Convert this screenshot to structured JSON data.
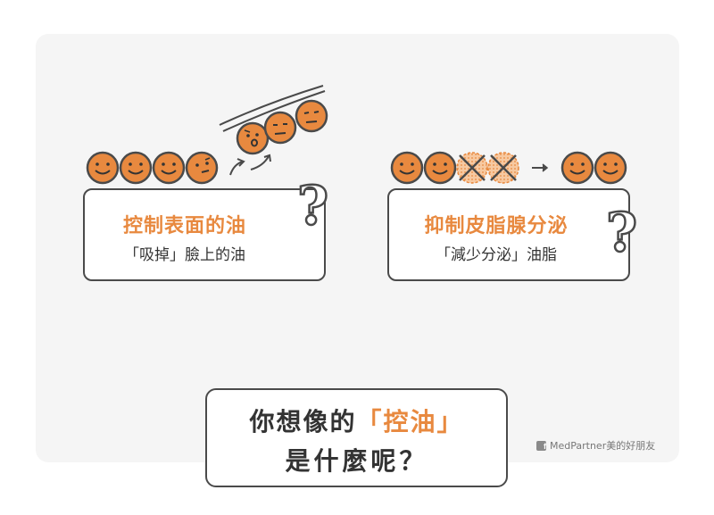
{
  "left": {
    "title": "控制表面的油",
    "subtitle": "「吸掉」臉上的油",
    "qmark": "?"
  },
  "right": {
    "title": "抑制皮脂腺分泌",
    "subtitle": "「減少分泌」油脂",
    "qmark": "?"
  },
  "bottom": {
    "line1_pre": "你想像的",
    "line1_highlight": "「控油」",
    "line2": "是什麼呢？"
  },
  "credit": {
    "icon": "f",
    "text": "MedPartner美的好朋友"
  },
  "colors": {
    "accent": "#e8893f",
    "ball": "#e8893f",
    "outline": "#4a4a4a",
    "panel": "#f5f5f5"
  }
}
